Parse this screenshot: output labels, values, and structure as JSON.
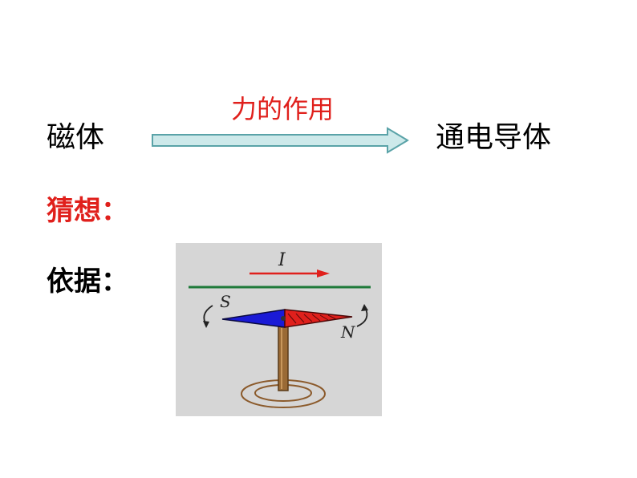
{
  "diagram": {
    "source": "磁体",
    "target": "通电导体",
    "relation": "力的作用",
    "arrow_color": "#cde9ea",
    "arrow_stroke": "#5aa3a8"
  },
  "prompts": {
    "guess": "猜想：",
    "basis": "依据："
  },
  "figure": {
    "current_label": "I",
    "south_label": "S",
    "north_label": "N",
    "wire_color": "#1f7a3a",
    "current_arrow_color": "#e0201c",
    "south_color": "#1a1ad6",
    "north_color": "#e0201c"
  }
}
